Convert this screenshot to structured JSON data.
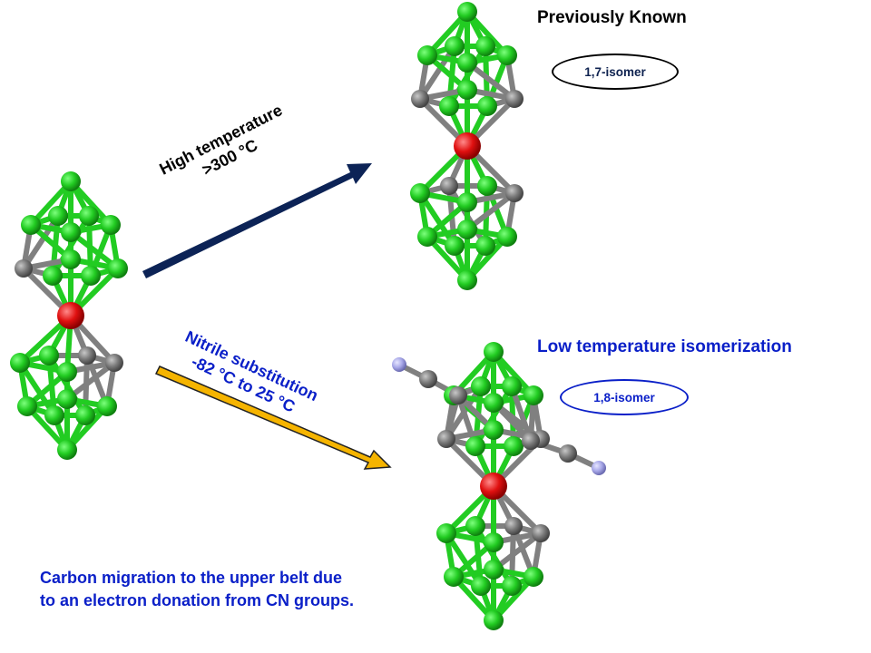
{
  "labels": {
    "previously_known": "Previously Known",
    "low_temp": "Low temperature isomerization",
    "isomer_17": "1,7-isomer",
    "isomer_18": "1,8-isomer",
    "high_temp_line1": "High temperature",
    "high_temp_line2": ">300 °C",
    "nitrile_line1": "Nitrile substitution",
    "nitrile_line2": "-82 °C to 25 °C",
    "caption_line1": "Carbon migration to the upper belt due",
    "caption_line2": "to an electron donation from CN groups."
  },
  "colors": {
    "boron": "#22cc22",
    "carbon": "#7a7a7a",
    "metal": "#e01010",
    "nitrogen": "#a8a8e8",
    "bond_green": "#22cc22",
    "bond_gray": "#808080",
    "arrow_high": "#0c2356",
    "arrow_nitrile": "#f5b400",
    "blue_text": "#0a1fc8"
  }
}
